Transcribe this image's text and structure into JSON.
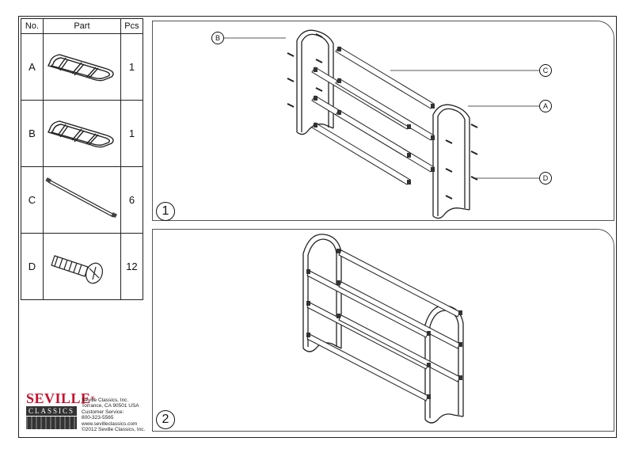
{
  "parts_table": {
    "headers": {
      "no": "No.",
      "part": "Part",
      "pcs": "Pcs"
    },
    "rows": [
      {
        "no": "A",
        "pcs": "1",
        "icon": "shelf-frame-a-icon"
      },
      {
        "no": "B",
        "pcs": "1",
        "icon": "shelf-frame-b-icon"
      },
      {
        "no": "C",
        "pcs": "6",
        "icon": "tube-rod-icon"
      },
      {
        "no": "D",
        "pcs": "12",
        "icon": "screw-icon"
      }
    ]
  },
  "logo": {
    "top": "SEVILLE",
    "reg": "®",
    "bottom": "CLASSICS"
  },
  "company": {
    "lines": [
      "Seville Classics, Inc.",
      "Torrance, CA 90501 USA",
      "Customer Service:",
      "800-323-5565",
      "www.sevilleclassics.com",
      "©2012 Seville Classics, Inc."
    ]
  },
  "steps": [
    {
      "number": "1",
      "callouts": {
        "b": "B",
        "c": "C",
        "a": "A",
        "d": "D"
      }
    },
    {
      "number": "2"
    }
  ]
}
